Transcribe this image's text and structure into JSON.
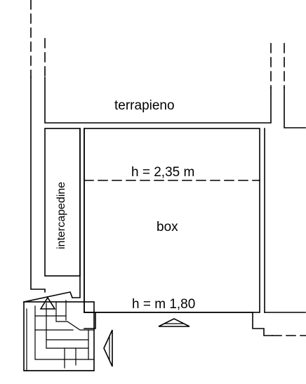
{
  "labels": {
    "terrapieno": "terrapieno",
    "intercapedine": "intercapedine",
    "h_top": "h = 2,35 m",
    "box": "box",
    "h_bottom": "h = m 1,80"
  },
  "colors": {
    "line": "#000000",
    "background": "#ffffff"
  }
}
